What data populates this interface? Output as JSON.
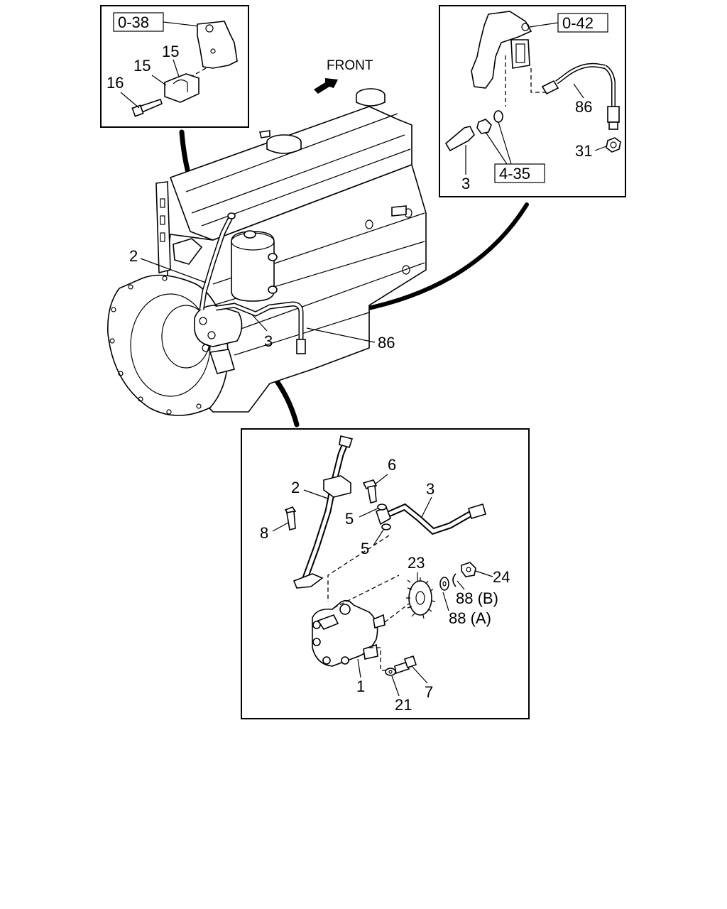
{
  "orientation": {
    "front_label": "FRONT"
  },
  "references": {
    "ref_038": "0-38",
    "ref_042": "0-42",
    "ref_435": "4-35"
  },
  "callouts": {
    "top_left": {
      "p16": "16",
      "p15a": "15",
      "p15b": "15"
    },
    "top_right": {
      "p86": "86",
      "p31": "31",
      "p3": "3"
    },
    "main": {
      "p2": "2",
      "p3": "3",
      "p86": "86"
    },
    "detail": {
      "p2": "2",
      "p3": "3",
      "p6": "6",
      "p5a": "5",
      "p5b": "5",
      "p8": "8",
      "p23": "23",
      "p24": "24",
      "p88b": "88 (B)",
      "p88a": "88 (A)",
      "p1": "1",
      "p21": "21",
      "p7": "7"
    }
  }
}
